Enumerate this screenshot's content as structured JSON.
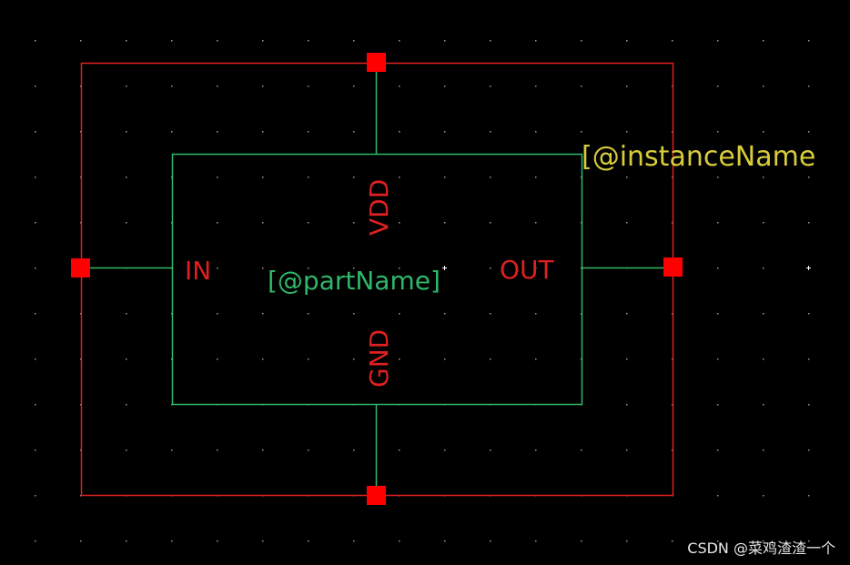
{
  "colors": {
    "background": "#000000",
    "selection_box": "#e02020",
    "symbol_body": "#2fb86a",
    "pin_label": "#e02020",
    "pin_square": "#ff0000",
    "part_name": "#2fb86a",
    "instance_name": "#d8cc3a",
    "grid_dot": "#9a9a9a"
  },
  "symbol": {
    "pins": [
      {
        "name": "VDD",
        "side": "top",
        "label_orientation": "vertical"
      },
      {
        "name": "IN",
        "side": "left",
        "label_orientation": "horizontal"
      },
      {
        "name": "OUT",
        "side": "right",
        "label_orientation": "horizontal"
      },
      {
        "name": "GND",
        "side": "bottom",
        "label_orientation": "vertical"
      }
    ],
    "part_name_label": "[@partName]",
    "instance_name_label": "[@instanceName"
  },
  "watermark": "CSDN @菜鸡渣渣一个"
}
